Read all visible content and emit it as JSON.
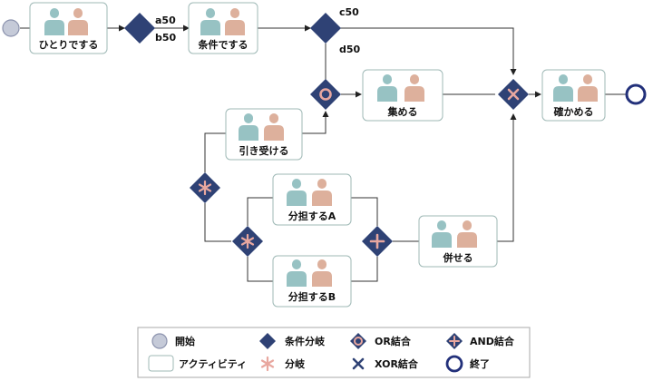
{
  "colors": {
    "gateway": "#2f4275",
    "marker": "#e8a79f",
    "start_fill": "#c5cad8",
    "start_stroke": "#8b92ad",
    "end_stroke": "#22307a",
    "person_teal": "#97c2c3",
    "person_tan": "#ddb09c",
    "box_border": "#9fb9b6"
  },
  "activities": {
    "single": "ひとりでする",
    "conditional": "条件でする",
    "gather": "集める",
    "confirm": "確かめる",
    "takeover": "引き受ける",
    "share_a": "分担するA",
    "share_b": "分担するB",
    "merge": "併せる"
  },
  "branch_labels": {
    "a": "a50",
    "b": "b50",
    "c": "c50",
    "d": "d50"
  },
  "legend": {
    "start": "開始",
    "activity": "アクティビティ",
    "conditional_branch": "条件分岐",
    "branch": "分岐",
    "or_join": "OR結合",
    "xor_join": "XOR結合",
    "and_join": "AND結合",
    "end": "終了"
  },
  "icons": {
    "person": "person-icon",
    "or_marker": "circle-marker-icon",
    "xor_marker": "x-marker-icon",
    "and_marker": "plus-marker-icon",
    "branch_marker": "asterisk-marker-icon"
  }
}
